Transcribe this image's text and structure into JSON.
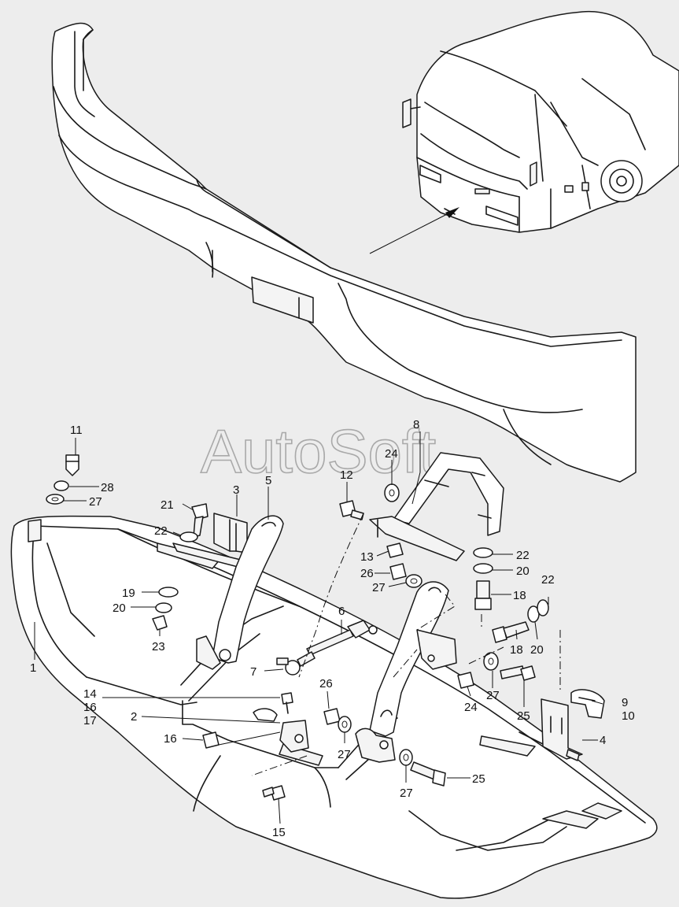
{
  "watermark": "AutoSoft",
  "callouts": [
    {
      "id": "c11",
      "text": "11"
    },
    {
      "id": "c28",
      "text": "28"
    },
    {
      "id": "c27a",
      "text": "27"
    },
    {
      "id": "c21",
      "text": "21"
    },
    {
      "id": "c3",
      "text": "3"
    },
    {
      "id": "c5",
      "text": "5"
    },
    {
      "id": "c22a",
      "text": "22"
    },
    {
      "id": "c19",
      "text": "19"
    },
    {
      "id": "c20a",
      "text": "20"
    },
    {
      "id": "c23",
      "text": "23"
    },
    {
      "id": "c1",
      "text": "1"
    },
    {
      "id": "c8",
      "text": "8"
    },
    {
      "id": "c24a",
      "text": "24"
    },
    {
      "id": "c12",
      "text": "12"
    },
    {
      "id": "c13",
      "text": "13"
    },
    {
      "id": "c26a",
      "text": "26"
    },
    {
      "id": "c27b",
      "text": "27"
    },
    {
      "id": "c22b",
      "text": "22"
    },
    {
      "id": "c20b",
      "text": "20"
    },
    {
      "id": "c18a",
      "text": "18"
    },
    {
      "id": "c22c",
      "text": "22"
    },
    {
      "id": "c18b",
      "text": "18"
    },
    {
      "id": "c20c",
      "text": "20"
    },
    {
      "id": "c6",
      "text": "6"
    },
    {
      "id": "c7",
      "text": "7"
    },
    {
      "id": "c24b",
      "text": "24"
    },
    {
      "id": "c27c",
      "text": "27"
    },
    {
      "id": "c25a",
      "text": "25"
    },
    {
      "id": "c9",
      "text": "9"
    },
    {
      "id": "c10",
      "text": "10"
    },
    {
      "id": "c4",
      "text": "4"
    },
    {
      "id": "c14",
      "text": "14"
    },
    {
      "id": "c16a",
      "text": "16"
    },
    {
      "id": "c17",
      "text": "17"
    },
    {
      "id": "c2",
      "text": "2"
    },
    {
      "id": "c16b",
      "text": "16"
    },
    {
      "id": "c26b",
      "text": "26"
    },
    {
      "id": "c27d",
      "text": "27"
    },
    {
      "id": "c27e",
      "text": "27"
    },
    {
      "id": "c25b",
      "text": "25"
    },
    {
      "id": "c15",
      "text": "15"
    }
  ]
}
